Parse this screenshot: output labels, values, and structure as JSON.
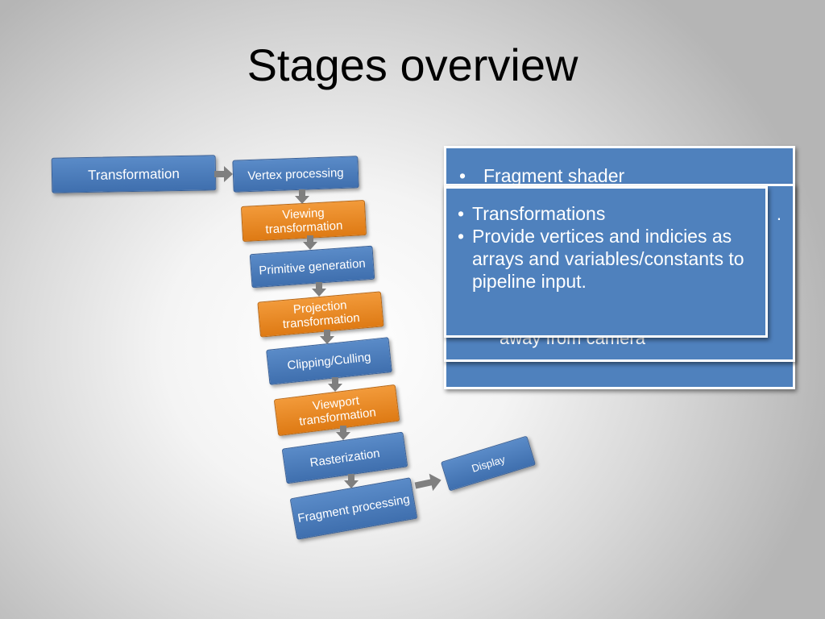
{
  "title": "Stages overview",
  "flow": {
    "transformation": "Transformation",
    "vertex_processing": "Vertex processing",
    "viewing_transformation": "Viewing transformation",
    "primitive_generation": "Primitive generation",
    "projection_transformation": "Projection transformation",
    "clipping_culling": "Clipping/Culling",
    "viewport_transformation": "Viewport transformation",
    "rasterization": "Rasterization",
    "fragment_processing": "Fragment processing",
    "display": "Display"
  },
  "cards": {
    "back": {
      "bullet": "Fragment shader"
    },
    "middle": {
      "visible_text": "away from camera",
      "edge_char": "."
    },
    "front": {
      "bullets": [
        "Transformations",
        "Provide vertices and indicies as arrays and variables/constants to pipeline input."
      ]
    }
  },
  "colors": {
    "blue": "#4f81bd",
    "orange": "#e8892a",
    "arrow": "#7f7f7f"
  }
}
